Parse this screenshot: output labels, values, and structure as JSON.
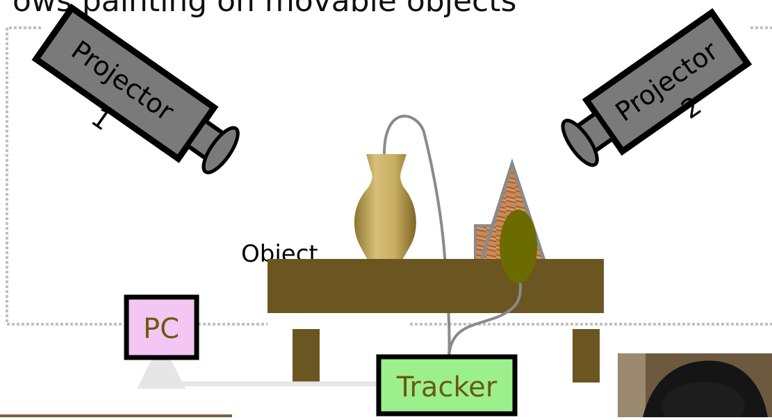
{
  "title": "ows painting on movable objects",
  "projectors": [
    {
      "label": "Projector",
      "number": "1"
    },
    {
      "label": "Projector",
      "number": "2"
    }
  ],
  "object_label": "Object",
  "pc_label": "PC",
  "tracker_label": "Tracker",
  "colors": {
    "table": "#6b5520",
    "projector_body": "#7a7a7a",
    "pc_fill": "#f4c6f4",
    "tracker_fill": "#9cf08c",
    "device_text": "#6b5a10",
    "sensor": "#6b6b00",
    "cable": "#8a8a8a",
    "arrow": "#e6e6e6",
    "dotted_boundary": "#c0c0c0"
  }
}
